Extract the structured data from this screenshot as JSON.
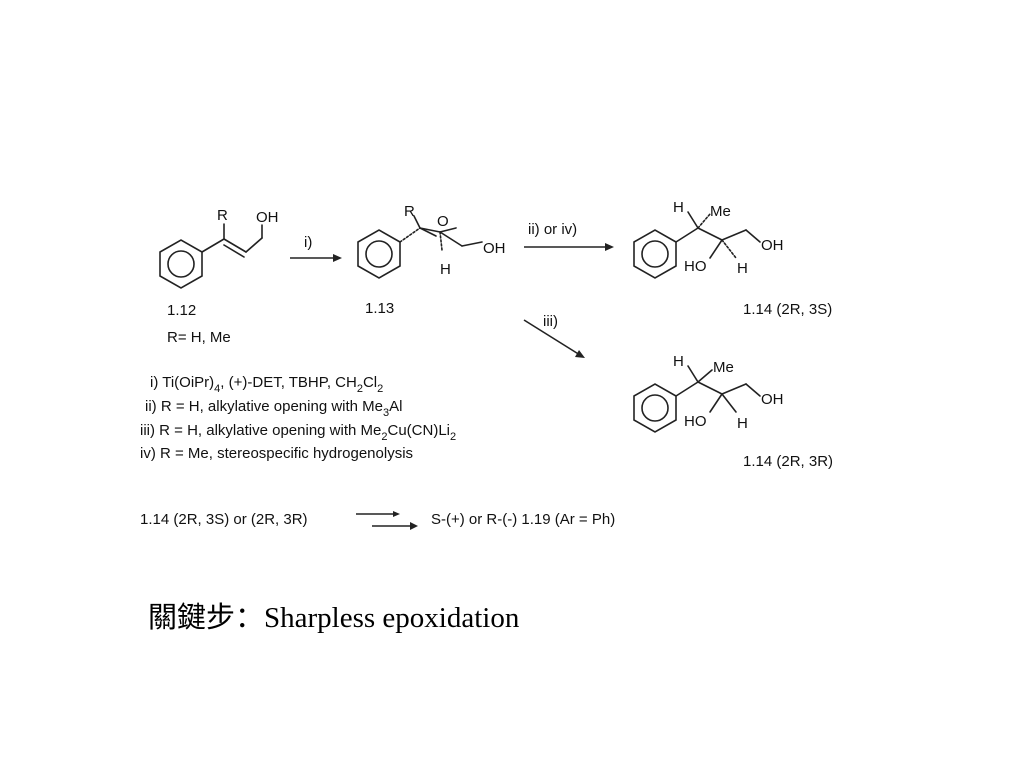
{
  "compounds": {
    "c112": {
      "number": "1.12",
      "r_def": "R= H, Me",
      "r": "R",
      "oh": "OH"
    },
    "c113": {
      "number": "1.13",
      "r": "R",
      "o": "O",
      "oh": "OH",
      "h": "H"
    },
    "c114a": {
      "label": "1.14 (2R, 3S)",
      "h1": "H",
      "me": "Me",
      "oh": "OH",
      "ho": "HO",
      "h2": "H"
    },
    "c114b": {
      "label": "1.14  (2R, 3R)",
      "h1": "H",
      "me": "Me",
      "oh": "OH",
      "ho": "HO",
      "h2": "H"
    }
  },
  "arrows": {
    "step1": "i)",
    "step2": "ii) or iv)",
    "step3": "iii)"
  },
  "conditions": {
    "i": {
      "a": "i) Ti(OiPr)",
      "sub1": "4",
      "b": ", (+)-DET, TBHP, CH",
      "sub2": "2",
      "c": "Cl",
      "sub3": "2"
    },
    "ii": {
      "a": "ii) R = H, alkylative opening with Me",
      "sub1": "3",
      "b": "Al"
    },
    "iii": {
      "a": "iii) R = H, alkylative opening with Me",
      "sub1": "2",
      "b": "Cu(CN)Li",
      "sub2": "2"
    },
    "iv": "iv) R = Me, stereospecific hydrogenolysis"
  },
  "bottom": {
    "left": "1.14 (2R, 3S) or (2R, 3R)",
    "right": "S-(+) or R-(-) 1.19 (Ar = Ph)"
  },
  "caption": "關鍵步：Sharpless epoxidation"
}
